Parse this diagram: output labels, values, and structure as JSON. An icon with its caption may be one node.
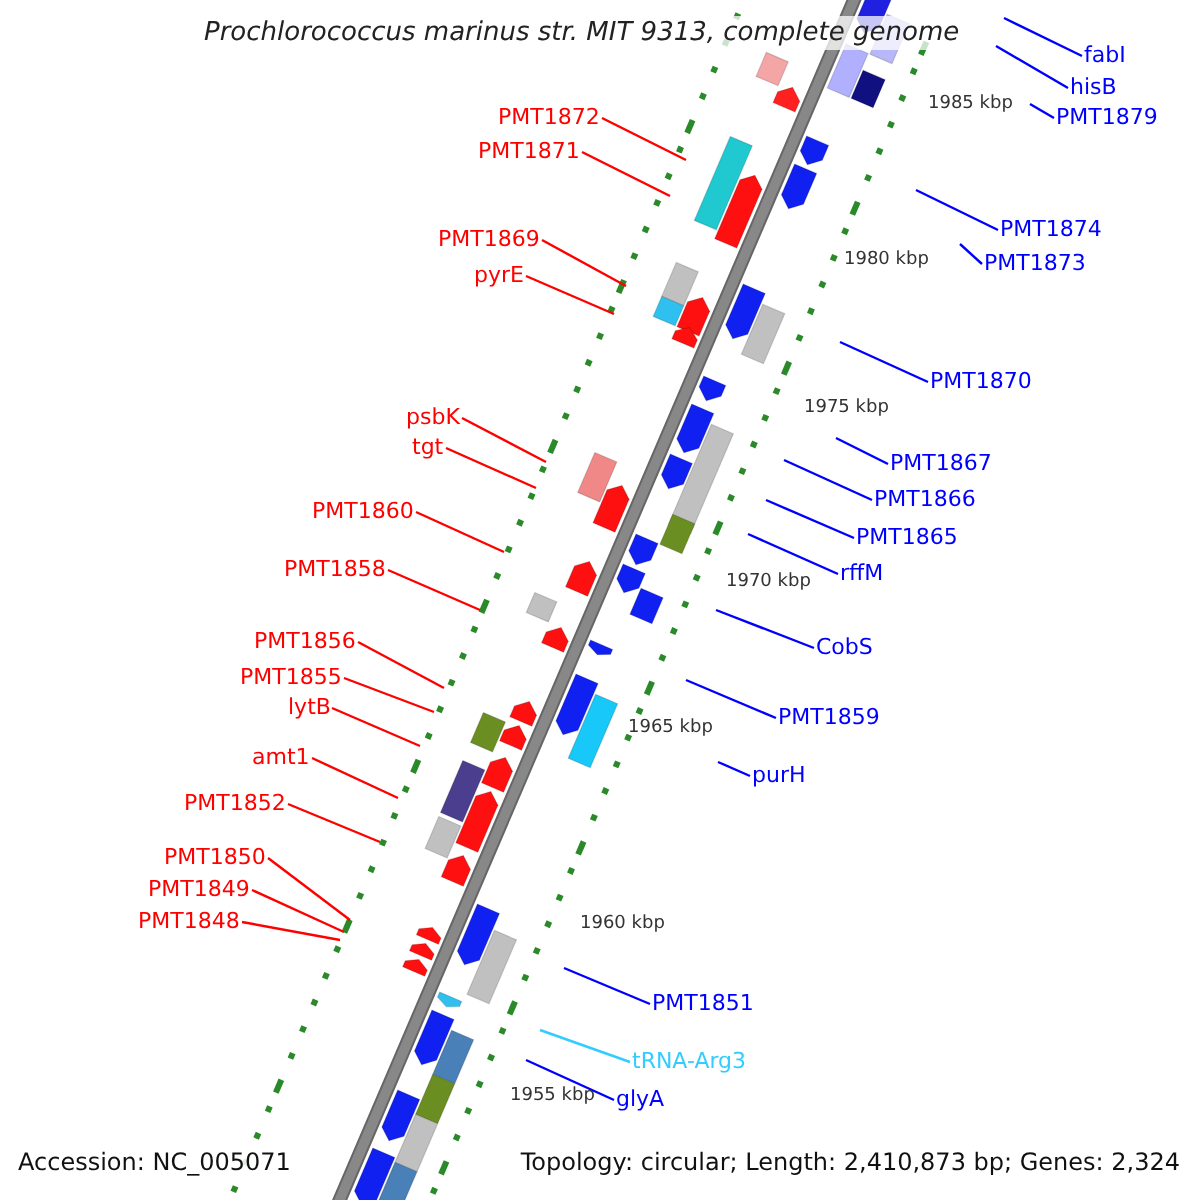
{
  "diagram": {
    "title": "Prochlorococcus marinus str. MIT 9313, complete genome",
    "nodes": [
      {
        "text": [
          "fabI"
        ]
      },
      {
        "text": [
          "hisB"
        ]
      },
      {
        "text": [
          "PMT1879"
        ]
      },
      {
        "text": [
          "PMT1872"
        ]
      },
      {
        "text": [
          "PMT1871"
        ]
      },
      {
        "text": [
          "PMT1874"
        ]
      },
      {
        "text": [
          "PMT1873"
        ]
      },
      {
        "text": [
          "PMT1869"
        ]
      },
      {
        "text": [
          "pyrE"
        ]
      },
      {
        "text": [
          "PMT1870"
        ]
      },
      {
        "text": [
          "psbK"
        ]
      },
      {
        "text": [
          "PMT1867"
        ]
      },
      {
        "text": [
          "tgt"
        ]
      },
      {
        "text": [
          "PMT1866"
        ]
      },
      {
        "text": [
          "PMT1860"
        ]
      },
      {
        "text": [
          "PMT1865"
        ]
      },
      {
        "text": [
          "rffM"
        ]
      },
      {
        "text": [
          "PMT1858"
        ]
      },
      {
        "text": [
          "CobS"
        ]
      },
      {
        "text": [
          "PMT1856"
        ]
      },
      {
        "text": [
          "PMT1855"
        ]
      },
      {
        "text": [
          "PMT1859"
        ]
      },
      {
        "text": [
          "lytB"
        ]
      },
      {
        "text": [
          "amt1"
        ]
      },
      {
        "text": [
          "purH"
        ]
      },
      {
        "text": [
          "PMT1852"
        ]
      },
      {
        "text": [
          "PMT1850"
        ]
      },
      {
        "text": [
          "PMT1849"
        ]
      },
      {
        "text": [
          "PMT1848"
        ]
      },
      {
        "text": [
          "PMT1851"
        ]
      },
      {
        "text": [
          "tRNA-Arg3"
        ]
      },
      {
        "text": [
          "glyA"
        ]
      }
    ],
    "edges": [
      {
        "from": 0,
        "to": null,
        "arrow": "none",
        "color": "#0000ff"
      },
      {
        "from": 1,
        "to": null,
        "arrow": "none",
        "color": "#0000ff"
      },
      {
        "from": 2,
        "to": null,
        "arrow": "none",
        "color": "#0000ff"
      },
      {
        "from": 3,
        "to": null,
        "arrow": "none",
        "color": "#ff0000"
      },
      {
        "from": 4,
        "to": null,
        "arrow": "none",
        "color": "#ff0000"
      },
      {
        "from": 5,
        "to": null,
        "arrow": "none",
        "color": "#0000ff"
      },
      {
        "from": 6,
        "to": null,
        "arrow": "none",
        "color": "#0000ff"
      },
      {
        "from": 7,
        "to": null,
        "arrow": "none",
        "color": "#ff0000"
      },
      {
        "from": 8,
        "to": null,
        "arrow": "none",
        "color": "#ff0000"
      },
      {
        "from": 9,
        "to": null,
        "arrow": "none",
        "color": "#0000ff"
      },
      {
        "from": 10,
        "to": null,
        "arrow": "none",
        "color": "#ff0000"
      },
      {
        "from": 11,
        "to": null,
        "arrow": "none",
        "color": "#0000ff"
      },
      {
        "from": 12,
        "to": null,
        "arrow": "none",
        "color": "#ff0000"
      },
      {
        "from": 13,
        "to": null,
        "arrow": "none",
        "color": "#0000ff"
      },
      {
        "from": 14,
        "to": null,
        "arrow": "none",
        "color": "#ff0000"
      },
      {
        "from": 15,
        "to": null,
        "arrow": "none",
        "color": "#0000ff"
      },
      {
        "from": 16,
        "to": null,
        "arrow": "none",
        "color": "#0000ff"
      },
      {
        "from": 17,
        "to": null,
        "arrow": "none",
        "color": "#ff0000"
      },
      {
        "from": 18,
        "to": null,
        "arrow": "none",
        "color": "#0000ff"
      },
      {
        "from": 19,
        "to": null,
        "arrow": "none",
        "color": "#ff0000"
      },
      {
        "from": 20,
        "to": null,
        "arrow": "none",
        "color": "#ff0000"
      },
      {
        "from": 21,
        "to": null,
        "arrow": "none",
        "color": "#0000ff"
      },
      {
        "from": 22,
        "to": null,
        "arrow": "none",
        "color": "#ff0000"
      },
      {
        "from": 23,
        "to": null,
        "arrow": "none",
        "color": "#ff0000"
      },
      {
        "from": 24,
        "to": null,
        "arrow": "none",
        "color": "#0000ff"
      },
      {
        "from": 25,
        "to": null,
        "arrow": "none",
        "color": "#ff0000"
      },
      {
        "from": 26,
        "to": null,
        "arrow": "none",
        "color": "#ff0000"
      },
      {
        "from": 27,
        "to": null,
        "arrow": "none",
        "color": "#ff0000"
      },
      {
        "from": 28,
        "to": null,
        "arrow": "none",
        "color": "#ff0000"
      },
      {
        "from": 29,
        "to": null,
        "arrow": "none",
        "color": "#0000ff"
      },
      {
        "from": 30,
        "to": null,
        "arrow": "none",
        "color": "#33ccff"
      },
      {
        "from": 31,
        "to": null,
        "arrow": "none",
        "color": "#0000ff"
      }
    ],
    "labels": [
      "1985 kbp",
      "1980 kbp",
      "1975 kbp",
      "1970 kbp",
      "1965 kbp",
      "1960 kbp",
      "1955 kbp",
      "Accession: NC_005071",
      "Topology: circular; Length: 2,410,873 bp; Genes: 2,324"
    ]
  }
}
